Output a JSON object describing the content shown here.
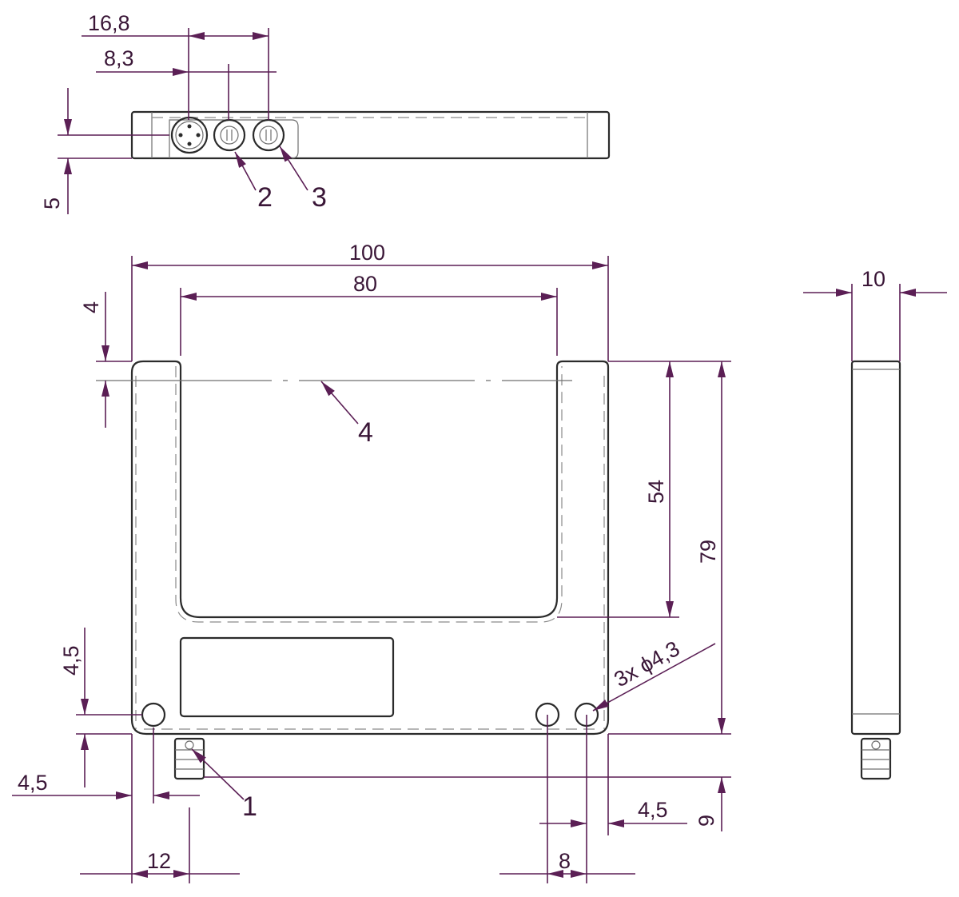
{
  "dimensions": {
    "top_width_outer": "16,8",
    "top_width_inner": "8,3",
    "top_height": "5",
    "overall_width": "100",
    "slot_width": "80",
    "slot_top_offset": "4",
    "slot_depth": "54",
    "overall_height": "79",
    "side_thickness": "10",
    "hole_spec": "3x ϕ4,3",
    "hole_offset_vertical": "4,5",
    "hole_offset_horizontal_left": "4,5",
    "connector_offset": "12",
    "hole_spacing": "8",
    "hole_offset_horizontal_right": "4,5",
    "connector_height": "9"
  },
  "callouts": {
    "connector": "1",
    "indicator_2": "2",
    "indicator_3": "3",
    "optical_axis": "4"
  },
  "colors": {
    "dimension_line": "#5b1f55",
    "outline": "#2b2b2b",
    "hidden_line": "#8a8a8a"
  }
}
